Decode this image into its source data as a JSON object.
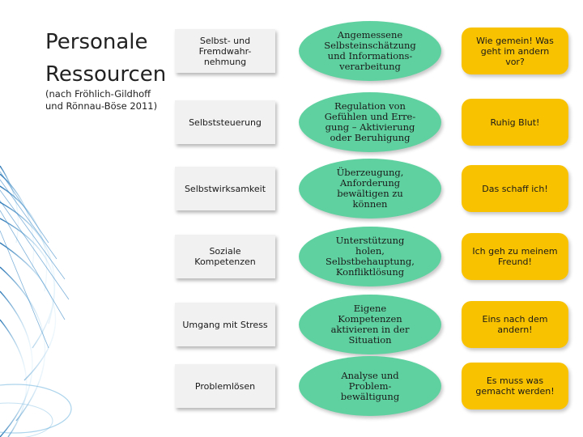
{
  "header": {
    "title": "Personale\nRessourcen",
    "subtitle": "(nach Fröhlich-Gildhoff\nund Rönnau-Böse 2011)"
  },
  "rows": [
    {
      "resource": "Selbst- und\nFremdwahr-\nnehmung",
      "description": "Angemessene\nSelbsteinschätzung\nund Informations-\nverarbeitung",
      "motto": "Wie gemein! Was\ngeht im andern\nvor?"
    },
    {
      "resource": "Selbststeuerung",
      "description": "Regulation von\nGefühlen und Erre-\ngung – Aktivierung\noder Beruhigung",
      "motto": "Ruhig Blut!"
    },
    {
      "resource": "Selbstwirksamkeit",
      "description": "Überzeugung,\nAnforderung\nbewältigen zu\nkönnen",
      "motto": "Das schaff ich!"
    },
    {
      "resource": "Soziale\nKompetenzen",
      "description": "Unterstützung\nholen,\nSelbstbehauptung,\nKonfliktlösung",
      "motto": "Ich geh zu meinem\nFreund!"
    },
    {
      "resource": "Umgang mit Stress",
      "description": "Eigene\nKompetenzen\naktivieren in der\nSituation",
      "motto": "Eins nach dem\nandern!"
    },
    {
      "resource": "Problemlösen",
      "description": "Analyse und\nProblem-\nbewältigung",
      "motto": "Es muss was\ngemacht werden!"
    }
  ],
  "colors": {
    "grey_box": "#f1f1f1",
    "green_ellipse": "#5fd1a0",
    "orange_box": "#f8c200",
    "decoration_blue": "#2a7fc1"
  }
}
